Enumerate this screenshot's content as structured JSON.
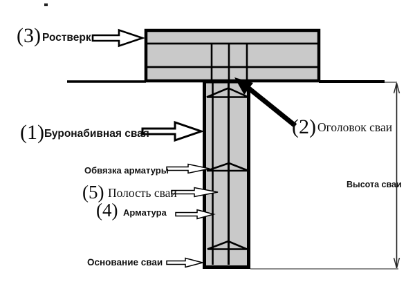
{
  "labels": {
    "grillage_num": "(3)",
    "grillage": "Ростверк",
    "pile_num": "(1)",
    "pile": "Буронабивная свая",
    "pile_head_num": "(2)",
    "pile_head": "Оголовок сваи",
    "rebar_binding": "Обвязка арматуры",
    "pile_cavity_num": "(5)",
    "pile_cavity": "Полость сваи",
    "rebar_num": "(4)",
    "rebar": "Арматура",
    "pile_base": "Основание сваи",
    "pile_height": "Высота сваи"
  },
  "colors": {
    "concrete_fill": "#c9c9c9",
    "outline": "#000000",
    "thin_line": "#666666",
    "background": "#ffffff"
  }
}
